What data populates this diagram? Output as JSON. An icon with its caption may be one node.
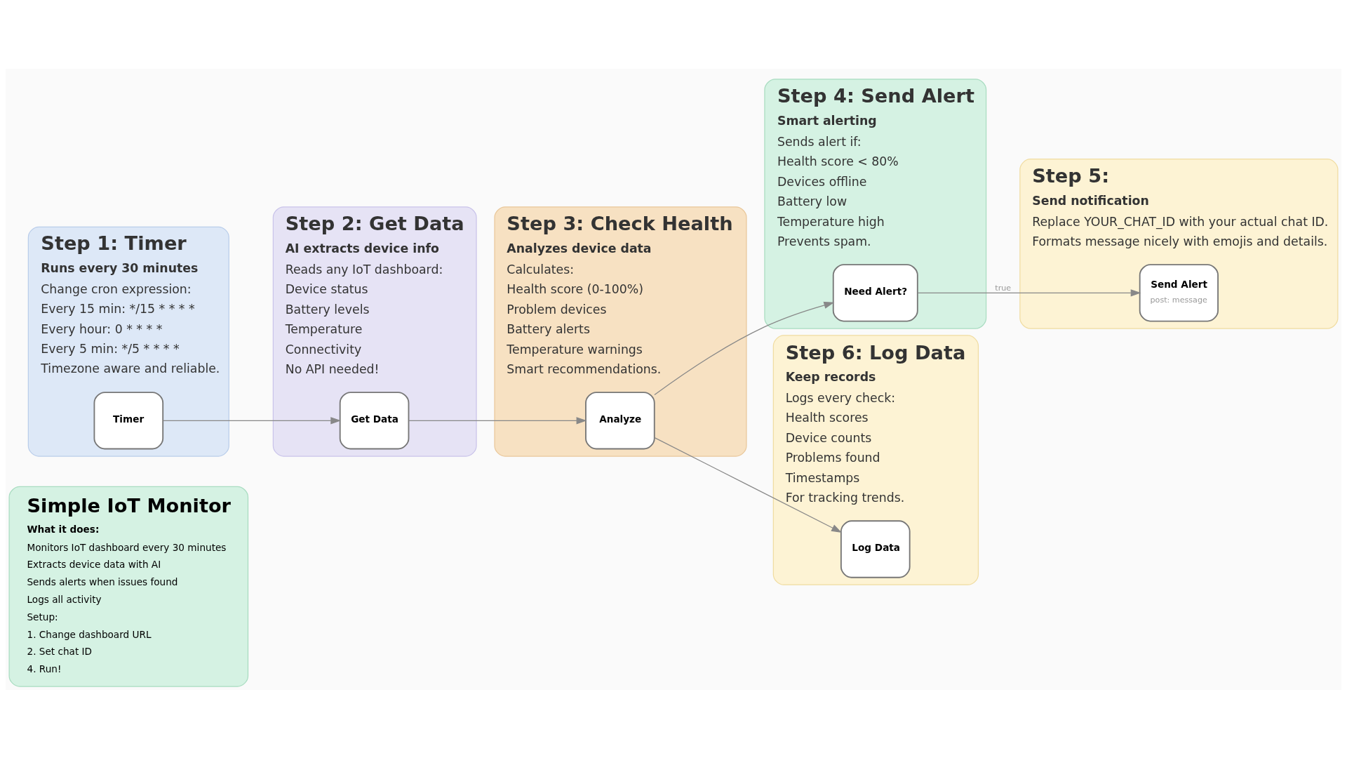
{
  "diagram": {
    "nodes": [
      {
        "text": [
          "Simple IoT Monitor",
          "What it does:",
          "Monitors IoT dashboard every 30 minutes",
          "Extracts device data with AI",
          "Sends alerts when issues found",
          "Logs all activity",
          "Setup:",
          "1. Change dashboard URL",
          "2. Set chat ID",
          "4. Run!"
        ]
      },
      {
        "text": [
          "Step 1: Timer",
          "Runs every 30 minutes",
          "Change cron expression:",
          "Every 15 min: */15 * * * *",
          "Every hour: 0 * * * *",
          "Every 5 min: */5 * * * *",
          "Timezone aware and reliable."
        ]
      },
      {
        "text": [
          "Step 2: Get Data",
          "AI extracts device info",
          "Reads any IoT dashboard:",
          "Device status",
          "Battery levels",
          "Temperature",
          "Connectivity",
          "No API needed!"
        ]
      },
      {
        "text": [
          "Step 3: Check Health",
          "Analyzes device data",
          "Calculates:",
          "Health score (0-100%)",
          "Problem devices",
          "Battery alerts",
          "Temperature warnings",
          "Smart recommendations."
        ]
      },
      {
        "text": [
          "Step 4: Send Alert",
          "Smart alerting",
          "Sends alert if:",
          "Health score < 80%",
          "Devices offline",
          "Battery low",
          "Temperature high",
          "Prevents spam."
        ]
      },
      {
        "text": [
          "Step 5:",
          "Send notification",
          "Replace YOUR_CHAT_ID with your actual chat ID.",
          "Formats message nicely with emojis and details."
        ]
      },
      {
        "text": [
          "Step 6: Log Data",
          "Keep records",
          "Logs every check:",
          "Health scores",
          "Device counts",
          "Problems found",
          "Timestamps",
          "For tracking trends."
        ]
      },
      {
        "text": [
          "Timer"
        ],
        "in": 1
      },
      {
        "text": [
          "Get Data"
        ],
        "in": 2
      },
      {
        "text": [
          "Analyze"
        ],
        "in": 3
      },
      {
        "text": [
          "Need Alert?"
        ],
        "in": 4
      },
      {
        "text": [
          "Send Alert",
          "post: message"
        ],
        "in": 5
      },
      {
        "text": [
          "Log Data"
        ],
        "in": 6
      }
    ],
    "edges": [
      {
        "from": 7,
        "to": 8,
        "arrow": "to"
      },
      {
        "from": 8,
        "to": 9,
        "arrow": "to"
      },
      {
        "from": 9,
        "to": 10,
        "arrow": "to"
      },
      {
        "from": 10,
        "to": 11,
        "arrow": "to",
        "label": "true"
      },
      {
        "from": 9,
        "to": 12,
        "arrow": "to"
      }
    ]
  }
}
